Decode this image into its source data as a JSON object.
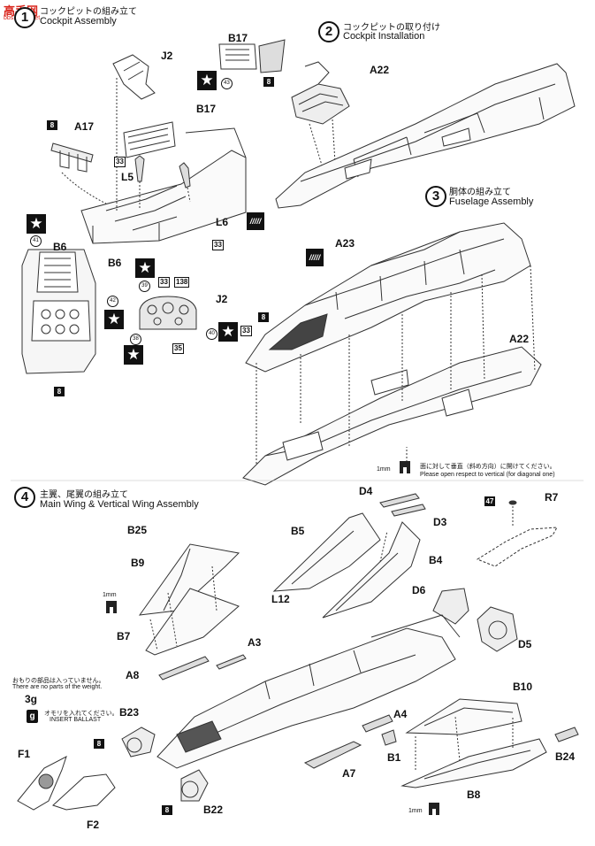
{
  "header": {
    "logo": "高手网",
    "logo_sub": "bbs.5Gsz.net"
  },
  "steps": [
    {
      "num": "1",
      "title_ja": "コックピットの組み立て",
      "title_en": "Cockpit Assembly"
    },
    {
      "num": "2",
      "title_ja": "コックピットの取り付け",
      "title_en": "Cockpit Installation"
    },
    {
      "num": "3",
      "title_ja": "胴体の組み立て",
      "title_en": "Fuselage Assembly"
    },
    {
      "num": "4",
      "title_ja": "主翼、尾翼の組み立て",
      "title_en": "Main Wing & Vertical Wing Assembly"
    }
  ],
  "parts": {
    "J2_top": "J2",
    "B17_top": "B17",
    "B17_mid": "B17",
    "A17": "A17",
    "L5": "L5",
    "L6": "L6",
    "B6_a": "B6",
    "B6_b": "B6",
    "J2_b": "J2",
    "A22_a": "A22",
    "A23": "A23",
    "A22_b": "A22",
    "D4": "D4",
    "D3": "D3",
    "R7": "R7",
    "B25": "B25",
    "B9": "B9",
    "B5": "B5",
    "B4": "B4",
    "D6": "D6",
    "L12": "L12",
    "B7": "B7",
    "A3": "A3",
    "D5": "D5",
    "A8": "A8",
    "B10": "B10",
    "B23": "B23",
    "A4": "A4",
    "F1": "F1",
    "B1": "B1",
    "B24": "B24",
    "A7": "A7",
    "B8": "B8",
    "F2": "F2",
    "B22": "B22"
  },
  "paint_codes": {
    "p8_a": "8",
    "p8_b": "8",
    "p8_c": "8",
    "p8_d": "8",
    "p8_e": "8",
    "p8_f": "8",
    "p33_a": "33",
    "p33_b": "33",
    "p33_c": "33",
    "p33_d": "33",
    "p138": "138",
    "p35": "35"
  },
  "decals": {
    "d43": "43",
    "d41": "41",
    "d42": "42",
    "d39": "39",
    "d38": "38",
    "d40": "40",
    "d47": "47"
  },
  "notes": {
    "drill_size_1": "1mm",
    "drill_size_2": "1mm",
    "drill_size_3": "1mm",
    "drill_instruction_ja": "面に対して垂直（斜め方向）に開けてください。",
    "drill_instruction_en": "Please open respect to vertical (for diagonal one)",
    "weight_ja": "おもりの部品は入っていません。",
    "weight_en": "There are no parts of the weight.",
    "weight_amount": "3g",
    "weight_box": "g",
    "ballast_ja": "オモリを入れてください。",
    "ballast_en": "INSERT BALLAST"
  },
  "symbols": {
    "star": "★",
    "glue": "/////"
  }
}
